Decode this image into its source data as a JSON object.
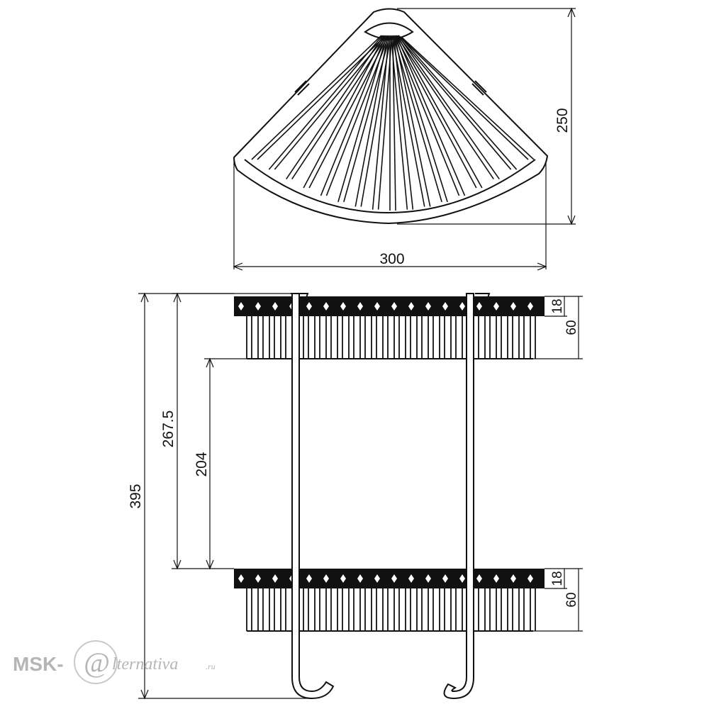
{
  "dimensions": {
    "top_width": "300",
    "top_depth": "250",
    "total_height": "395",
    "upper_span": "267.5",
    "clearance": "204",
    "rim_upper": "18",
    "basket_upper": "60",
    "rim_lower": "18",
    "basket_lower": "60"
  },
  "watermark": {
    "prefix": "MSK-",
    "at": "@",
    "suffix": "lternativa",
    "domain": ".ru"
  },
  "colors": {
    "ink": "#111111",
    "watermark": "#b5b5b5"
  }
}
